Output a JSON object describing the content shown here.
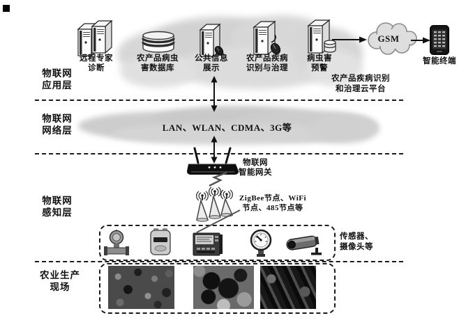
{
  "colors": {
    "background": "#ffffff",
    "cloud": "#d6d6d6",
    "line": "#1a1a1a",
    "text": "#111111"
  },
  "layers": {
    "application": {
      "line1": "物联网",
      "line2": "应用层"
    },
    "network": {
      "line1": "物联网",
      "line2": "网络层"
    },
    "perception": {
      "line1": "物联网",
      "line2": "感知层"
    },
    "field": {
      "line1": "农业生产",
      "line2": "现场"
    }
  },
  "application_layer": {
    "remote_expert": {
      "line1": "远程专家",
      "line2": "诊断"
    },
    "pest_database": {
      "line1": "农产品病虫",
      "line2": "害数据库"
    },
    "public_info": {
      "line1": "公共信息",
      "line2": "展示"
    },
    "disease_mgmt": {
      "line1": "农产品疾病",
      "line2": "识别与治理"
    },
    "pest_warning": {
      "line1": "病虫害",
      "line2": "预警"
    },
    "gsm": "GSM",
    "smart_terminal": "智能终端",
    "cloud_platform": {
      "line1": "农产品疾病识别",
      "line2": "和治理云平台"
    }
  },
  "network_layer": {
    "cloud_text": "LAN、WLAN、CDMA、3G等"
  },
  "perception_layer": {
    "gateway": {
      "line1": "物联网",
      "line2": "智能网关"
    },
    "nodes": {
      "line1": "ZigBee节点、WiFi",
      "line2": "节点、485节点等"
    },
    "sensors": {
      "line1": "传感器、",
      "line2": "摄像头等"
    }
  }
}
